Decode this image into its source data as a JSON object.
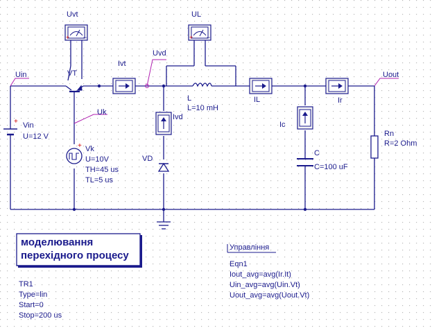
{
  "title_box": {
    "line1": "моделювання",
    "line2": "перехідного процесу"
  },
  "nodes": {
    "uin": "Uin",
    "uvd": "Uvd",
    "uk": "Uk",
    "uout": "Uout"
  },
  "meters": {
    "uvt": "Uvt",
    "ul": "UL",
    "ivt": "Ivt",
    "il": "IL",
    "ir": "Ir",
    "ivd": "Ivd",
    "ic": "Ic"
  },
  "transistor": {
    "name": "VT"
  },
  "battery": {
    "name": "Vin",
    "value": "U=12 V"
  },
  "pulse_source": {
    "name": "Vk",
    "u": "U=10V",
    "th": "TH=45 us",
    "tl": "TL=5 us"
  },
  "diode": {
    "name": "VD"
  },
  "inductor": {
    "name": "L",
    "value": "L=10 mH"
  },
  "capacitor": {
    "name": "C",
    "value": "C=100 uF"
  },
  "resistor": {
    "name": "Rn",
    "value": "R=2 Ohm"
  },
  "equation": {
    "header": "Управління",
    "name": "Eqn1",
    "lines": [
      "Iout_avg=avg(Ir.It)",
      "Uin_avg=avg(Uin.Vt)",
      "Uout_avg=avg(Uout.Vt)"
    ]
  },
  "transient": {
    "name": "TR1",
    "type": "Type=lin",
    "start": "Start=0",
    "stop": "Stop=200 us"
  },
  "colors": {
    "wire": "#1a1a8c",
    "grid": "#b8b8b8",
    "node_label": "#b020b0",
    "meter_fill": "#f4f4f4",
    "plus": "#d00000"
  }
}
